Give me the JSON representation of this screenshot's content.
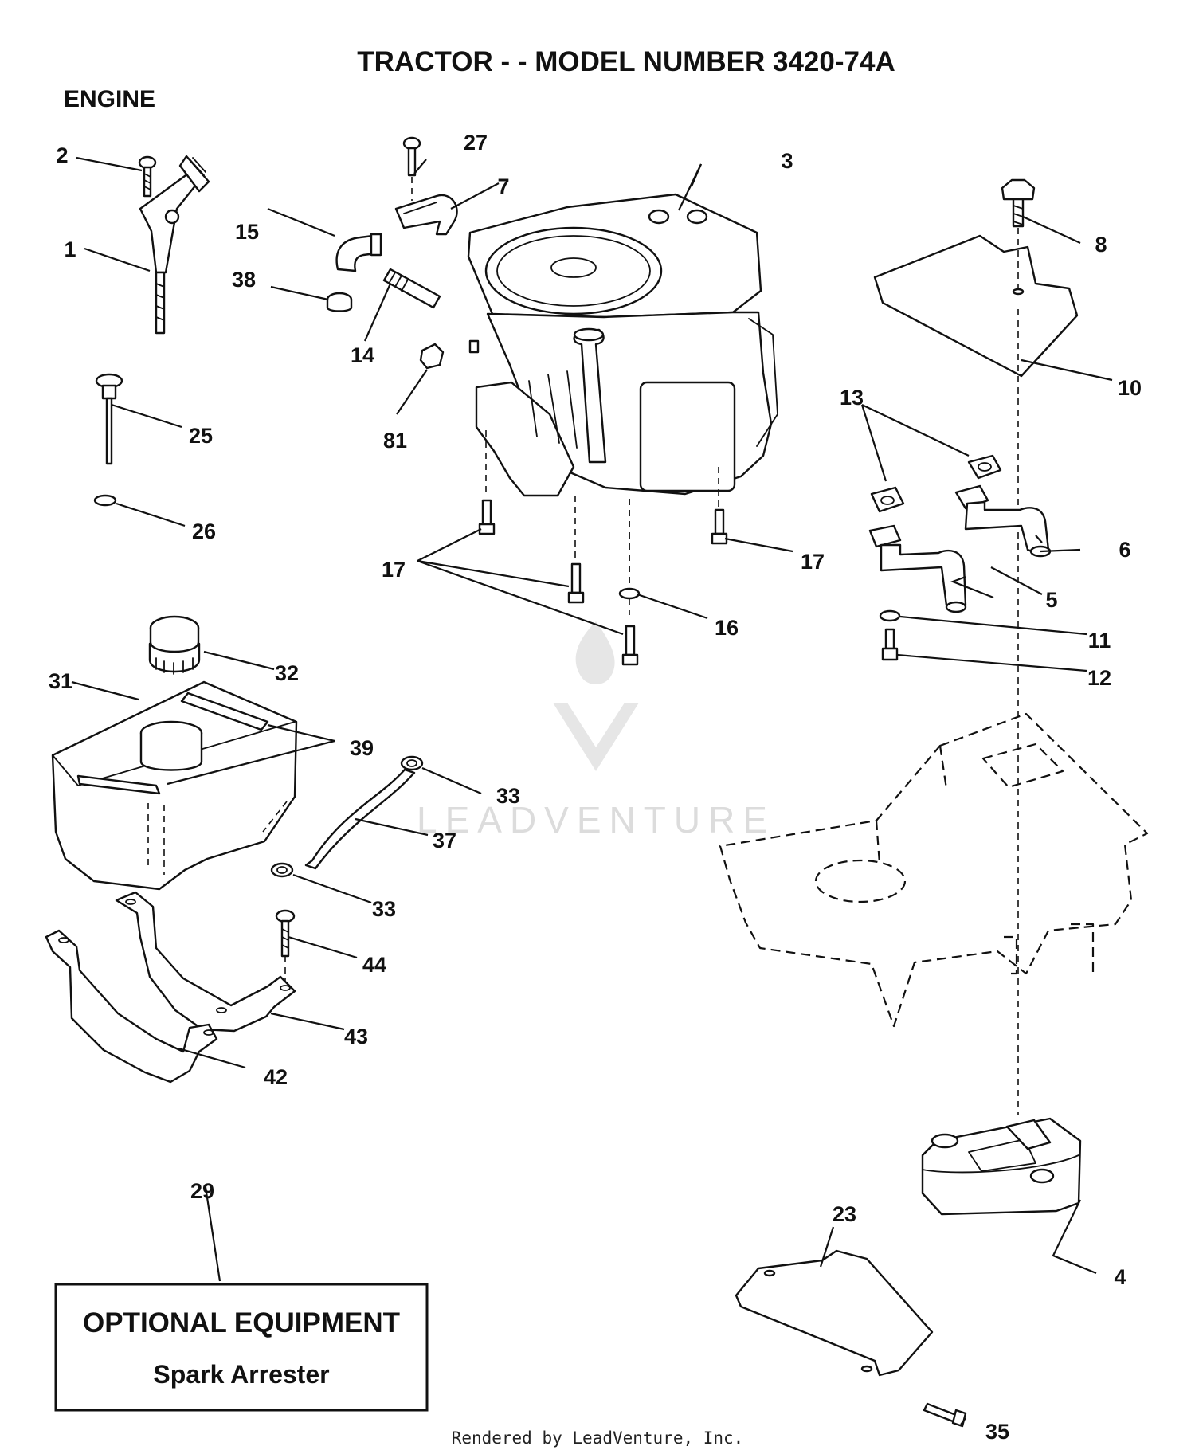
{
  "title": "TRACTOR - - MODEL NUMBER 3420-74A",
  "section": "ENGINE",
  "optional_equipment": {
    "heading": "OPTIONAL EQUIPMENT",
    "item": "Spark Arrester"
  },
  "footer": "Rendered by LeadVenture, Inc.",
  "watermark": "LEADVENTURE",
  "callouts": {
    "c1": "1",
    "c2": "2",
    "c3": "3",
    "c4": "4",
    "c5": "5",
    "c6": "6",
    "c7": "7",
    "c8": "8",
    "c10": "10",
    "c11": "11",
    "c12": "12",
    "c13": "13",
    "c14": "14",
    "c15": "15",
    "c16": "16",
    "c17": "17",
    "c23": "23",
    "c25": "25",
    "c26": "26",
    "c27": "27",
    "c29": "29",
    "c31": "31",
    "c32": "32",
    "c33": "33",
    "c35": "35",
    "c37": "37",
    "c38": "38",
    "c39": "39",
    "c42": "42",
    "c43": "43",
    "c44": "44",
    "c81": "81"
  }
}
